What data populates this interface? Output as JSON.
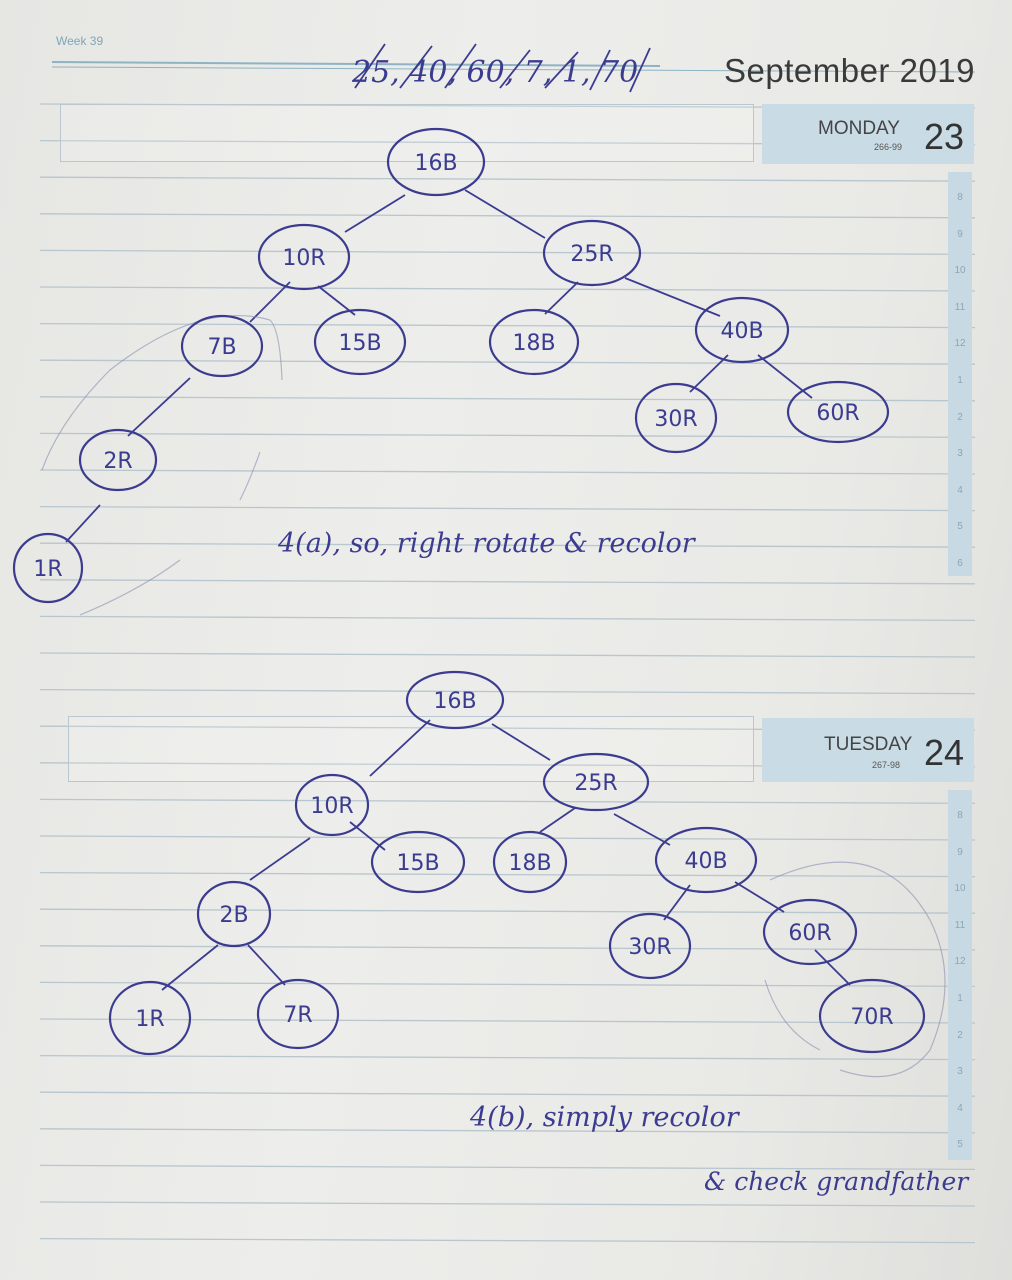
{
  "planner": {
    "week_label": "Week 39",
    "month_year": "September 2019",
    "days": [
      {
        "name": "MONDAY",
        "number": "23",
        "code": "266-99"
      },
      {
        "name": "TUESDAY",
        "number": "24",
        "code": "267-98"
      }
    ],
    "hours_top": [
      "8",
      "9",
      "10",
      "11",
      "12",
      "1",
      "2",
      "3",
      "4",
      "5",
      "6"
    ],
    "hours_bottom": [
      "8",
      "9",
      "10",
      "11",
      "12",
      "1",
      "2",
      "3",
      "4",
      "5"
    ]
  },
  "handwriting": {
    "crossed_list": "25, 40, 60, 7, 1, 70",
    "note_a": "4(a), so, right rotate & recolor",
    "note_b_line1": "4(b), simply recolor",
    "note_b_line2": "& check grandfather"
  },
  "tree_a": {
    "nodes": [
      "16B",
      "10R",
      "25R",
      "7B",
      "15B",
      "18B",
      "40B",
      "2R",
      "30R",
      "60R",
      "1R"
    ]
  },
  "tree_b": {
    "nodes": [
      "16B",
      "10R",
      "25R",
      "15B",
      "18B",
      "40B",
      "2B",
      "30R",
      "60R",
      "1R",
      "7R",
      "70R"
    ]
  }
}
